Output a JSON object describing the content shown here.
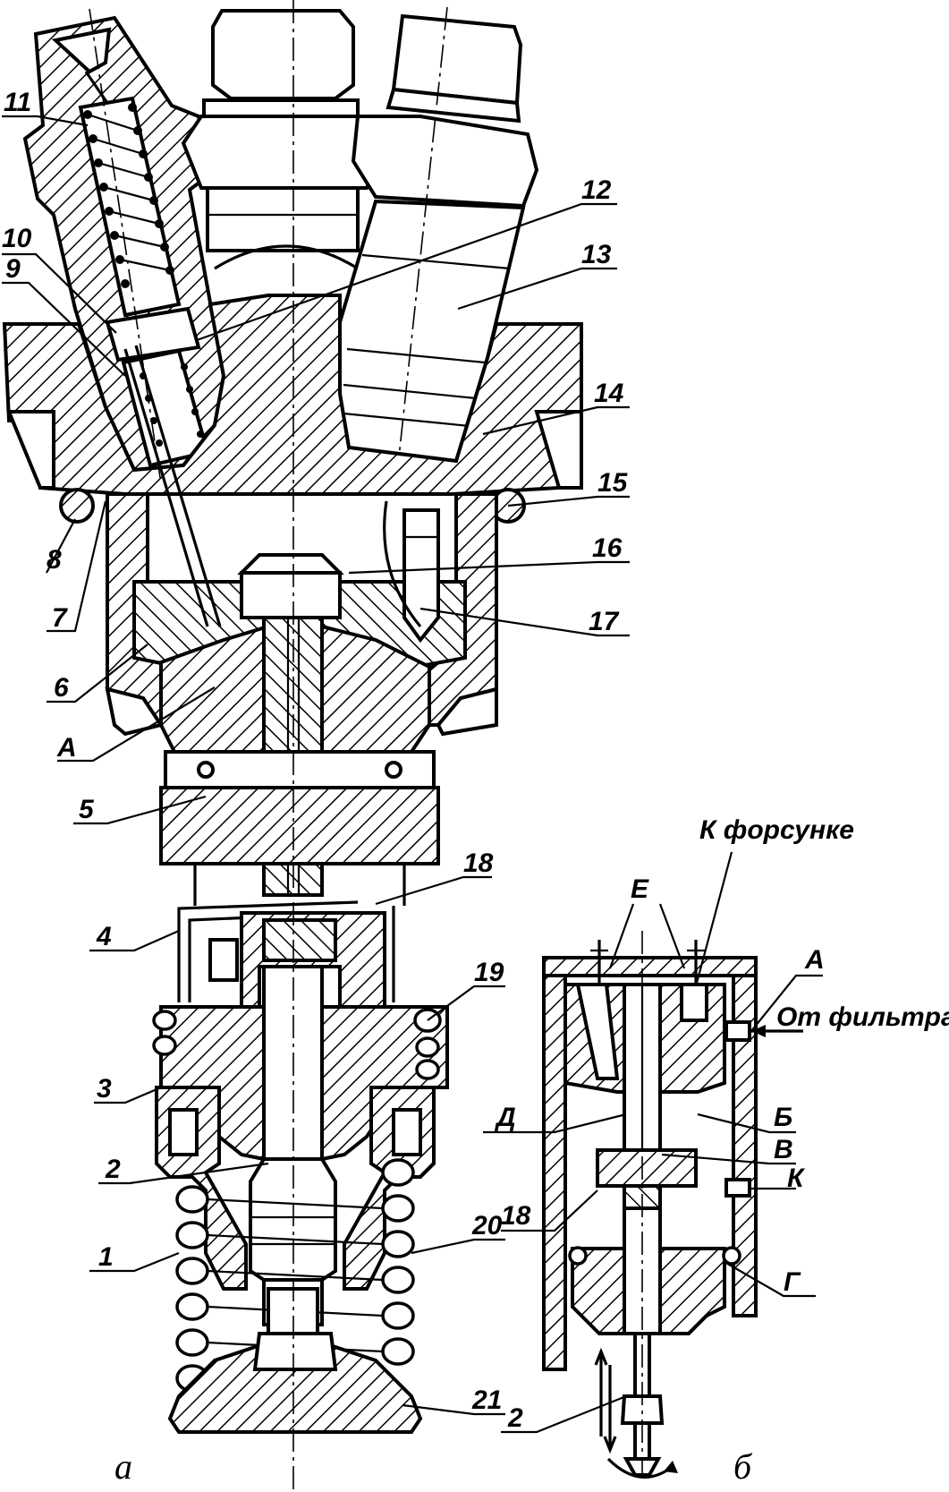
{
  "figure": {
    "labels_a": [
      "1",
      "2",
      "3",
      "4",
      "5",
      "6",
      "7",
      "8",
      "9",
      "10",
      "11",
      "12",
      "13",
      "14",
      "15",
      "16",
      "17",
      "18",
      "19",
      "20",
      "21",
      "А"
    ],
    "labels_b": [
      "К форсунке",
      "Е",
      "А",
      "От фильтра",
      "Д",
      "Б",
      "В",
      "К",
      "18",
      "Г",
      "2"
    ],
    "caption_a": "а",
    "caption_b": "б"
  }
}
